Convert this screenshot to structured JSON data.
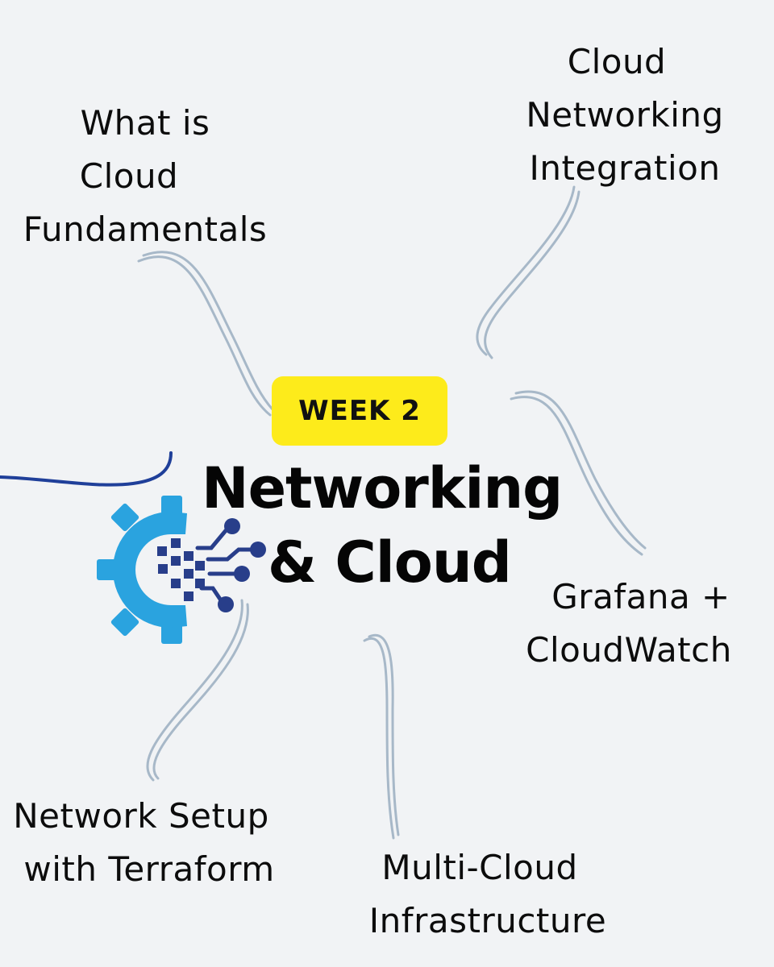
{
  "center": {
    "badge": "WEEK 2",
    "title_line1": "Networking",
    "title_line2": "& Cloud"
  },
  "topics": {
    "cloud_fundamentals": [
      "What is",
      "Cloud",
      "Fundamentals"
    ],
    "cloud_networking": [
      "Cloud",
      "Networking",
      "Integration"
    ],
    "grafana": [
      "Grafana +",
      "CloudWatch"
    ],
    "terraform": [
      "Network Setup",
      "with Terraform"
    ],
    "multi_cloud": [
      "Multi-Cloud",
      "Infrastructure"
    ]
  },
  "colors": {
    "background": "#f1f3f5",
    "badge": "#fdeb1b",
    "connector": "#a7b8c8",
    "accent_line": "#1f3f99",
    "gear": "#2aa3df",
    "circuit": "#283e8a"
  },
  "icons": [
    "gear-circuit-icon"
  ]
}
